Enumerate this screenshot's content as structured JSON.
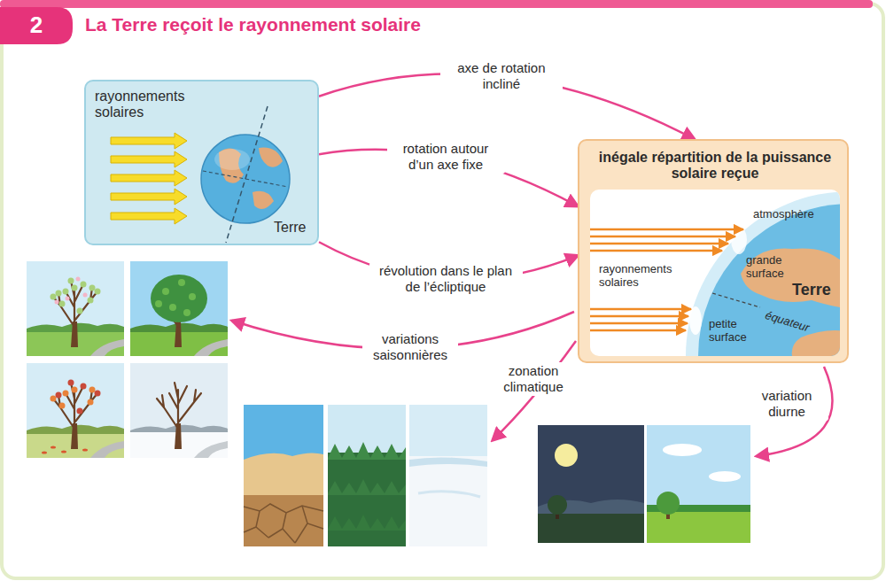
{
  "diagram": {
    "title": "La Terre reçoit le rayonnement solaire",
    "nodes": [
      {
        "text": [
          "rayonnements solaires",
          "Terre"
        ]
      },
      {
        "text": [
          "inégale répartition de la puissance solaire reçue",
          "atmosphère",
          "rayonnements solaires",
          "grande surface",
          "Terre",
          "équateur",
          "petite surface"
        ]
      }
    ],
    "edges": [
      {
        "from": 0,
        "to": 1,
        "label": "axe de rotation incliné",
        "arrow": "to"
      },
      {
        "from": 0,
        "to": 1,
        "label": "rotation autour d’un axe fixe",
        "arrow": "to"
      },
      {
        "from": 0,
        "to": 1,
        "label": "révolution dans le plan de l’écliptique",
        "arrow": "to"
      }
    ],
    "labels": [
      "2",
      "variations saisonnières",
      "zonation climatique",
      "variation diurne"
    ]
  }
}
